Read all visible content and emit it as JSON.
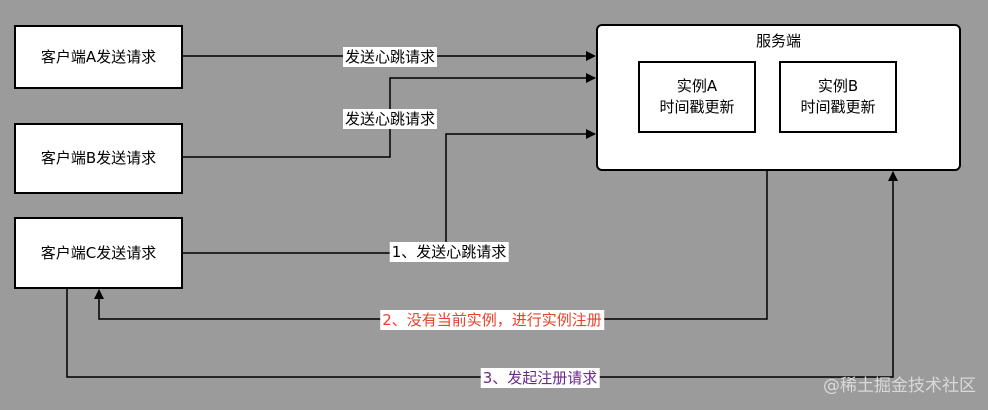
{
  "nodes": {
    "client_a": "客户端A发送请求",
    "client_b": "客户端B发送请求",
    "client_c": "客户端C发送请求",
    "server": "服务端",
    "instance_a": "实例A\n时间戳更新",
    "instance_b": "实例B\n时间戳更新"
  },
  "edges": {
    "a_heartbeat": "发送心跳请求",
    "b_heartbeat": "发送心跳请求",
    "c_heartbeat": "1、发送心跳请求",
    "no_instance": "2、没有当前实例，进行实例注册",
    "register": "3、发起注册请求"
  },
  "colors": {
    "background": "#9b9b9b",
    "line": "#000000",
    "label_default": "#000000",
    "label_no_instance": "#e8402c",
    "label_register": "#6a2a8a"
  },
  "watermark": "@稀土掘金技术社区"
}
